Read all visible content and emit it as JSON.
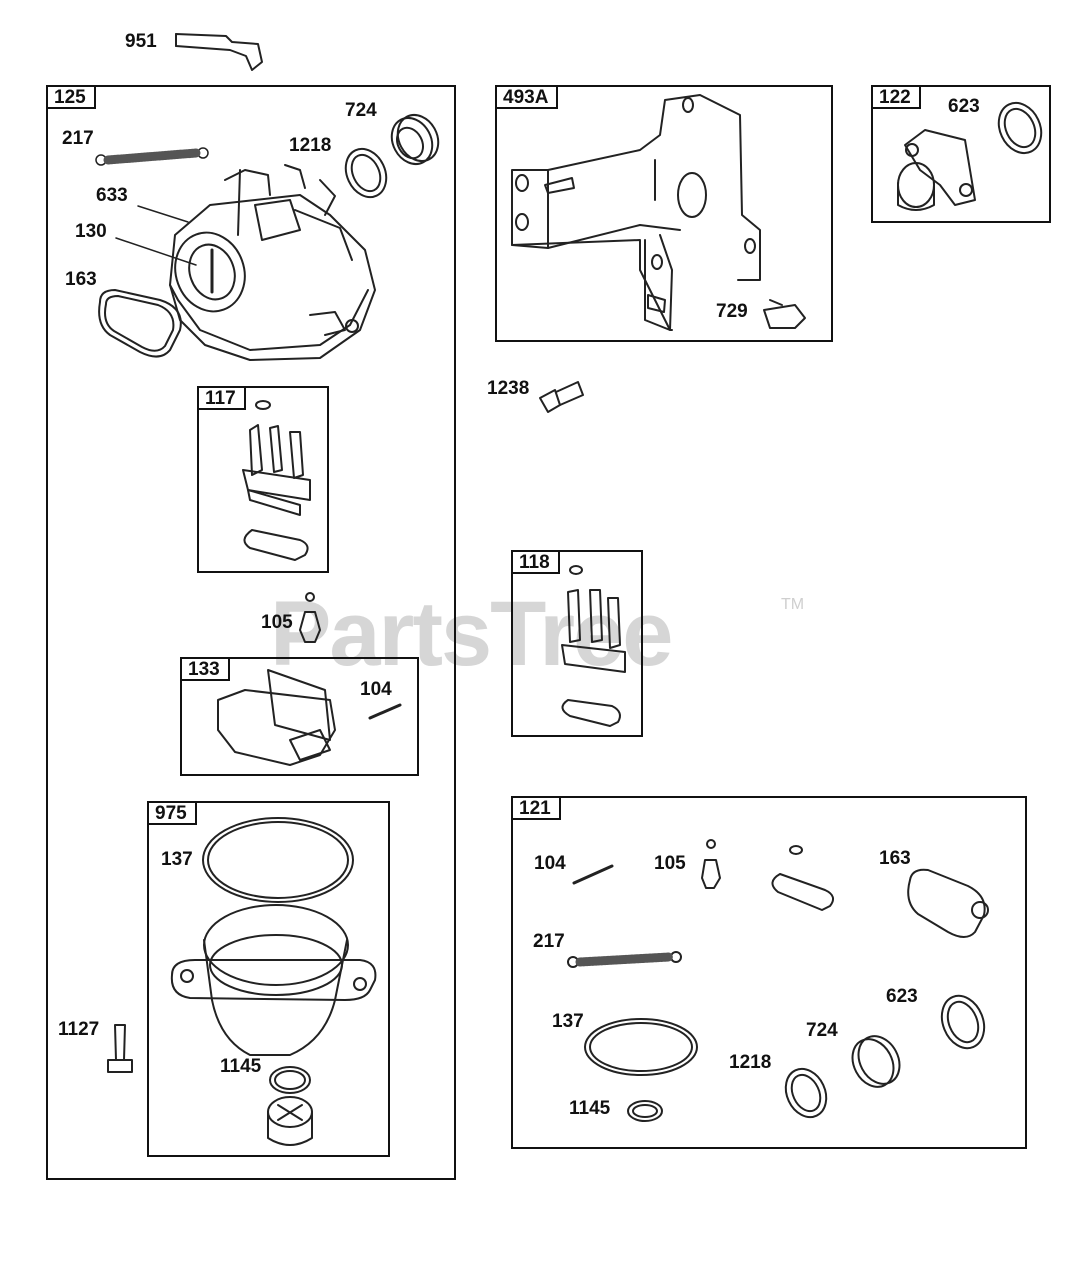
{
  "watermark": {
    "text": "PartsTree",
    "tm": "TM"
  },
  "kits": {
    "k125": "125",
    "k117": "117",
    "k133": "133",
    "k975": "975",
    "k493a": "493A",
    "k122": "122",
    "k118": "118",
    "k121": "121"
  },
  "parts": {
    "p951": "951",
    "p724a": "724",
    "p217a": "217",
    "p1218a": "1218",
    "p633": "633",
    "p130": "130",
    "p163a": "163",
    "p105a": "105",
    "p104a": "104",
    "p137a": "137",
    "p1127": "1127",
    "p1145a": "1145",
    "p729": "729",
    "p623a": "623",
    "p1238": "1238",
    "p104b": "104",
    "p105b": "105",
    "p163b": "163",
    "p217b": "217",
    "p623b": "623",
    "p137b": "137",
    "p724b": "724",
    "p1218b": "1218",
    "p1145b": "1145"
  }
}
